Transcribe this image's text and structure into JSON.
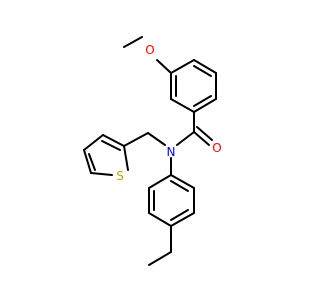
{
  "molecule": {
    "atoms": {
      "methoxy_o": {
        "symbol": "O",
        "color": "#ff0000"
      },
      "carbonyl_o": {
        "symbol": "O",
        "color": "#ff0000"
      },
      "amide_n": {
        "symbol": "N",
        "color": "#0000ff"
      },
      "thiophene_s": {
        "symbol": "S",
        "color": "#b8a800"
      }
    },
    "bond_color": "#000000"
  }
}
